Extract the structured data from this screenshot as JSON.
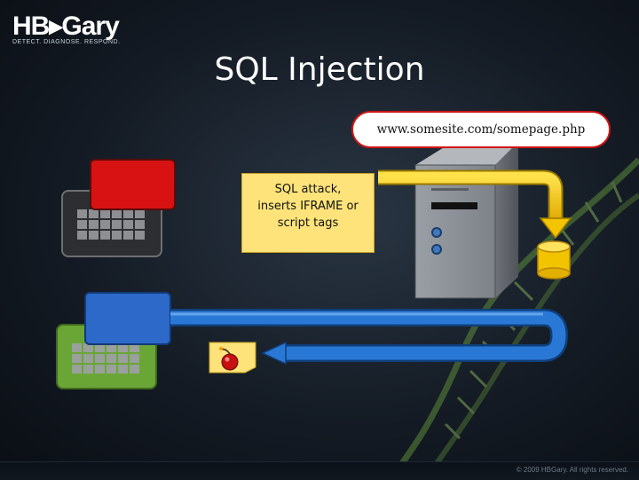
{
  "logo": {
    "wordmark": "HB▸Gary",
    "tagline": "DETECT. DIAGNOSE. RESPOND."
  },
  "title": "SQL Injection",
  "url_bubble": "www.somesite.com/somepage.php",
  "attack_note": [
    "SQL attack,",
    "inserts IFRAME or",
    "script tags"
  ],
  "copyright": "© 2009 HBGary. All rights reserved.",
  "colors": {
    "attacker_screen": "#d81212",
    "victim_screen": "#2c69c8",
    "victim_keyboard": "#6aa636",
    "arrow_yellow": "#f5c400",
    "arrow_blue": "#2a78d6",
    "server": "#8f949a"
  },
  "icons": {
    "attacker": "attacker-computer-icon",
    "victim": "victim-computer-icon",
    "server": "web-server-icon",
    "database": "database-cylinder-icon",
    "bomb": "bomb-icon",
    "dna": "dna-helix-decoration"
  }
}
